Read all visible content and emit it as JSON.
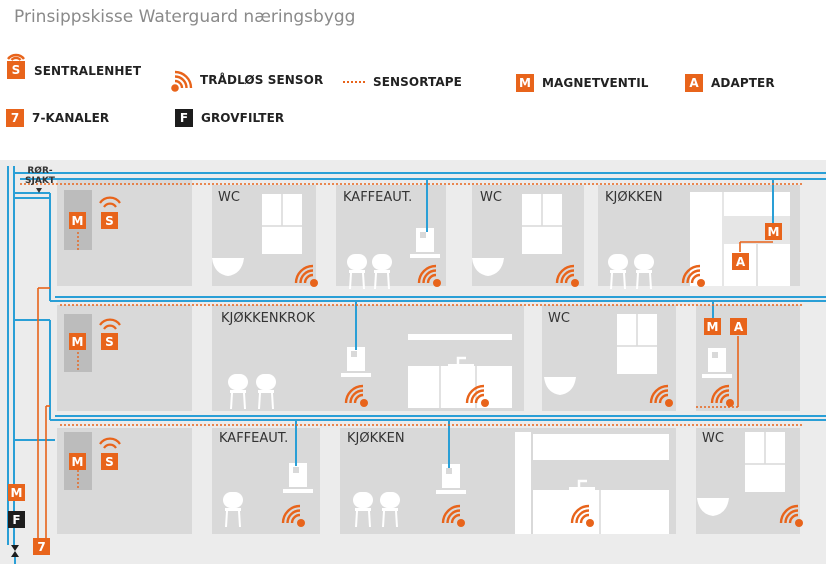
{
  "title": "Prinsippskisse Waterguard næringsbygg",
  "legend": {
    "central_unit": {
      "badge": "S",
      "label": "SENTRALENHET"
    },
    "wireless_sensor": {
      "label": "TRÅDLØS SENSOR"
    },
    "sensor_tape": {
      "label": "SENSORTAPE"
    },
    "magnet_valve": {
      "badge": "M",
      "label": "MAGNETVENTIL"
    },
    "adapter": {
      "badge": "A",
      "label": "ADAPTER"
    },
    "seven_channels": {
      "badge": "7",
      "label": "7-KANALER"
    },
    "coarse_filter": {
      "badge": "F",
      "label": "GROVFILTER"
    }
  },
  "shaft": {
    "label_line1": "RØR-",
    "label_line2": "SJAKT"
  },
  "floors": [
    {
      "rooms": [
        "WC",
        "KAFFEAUT.",
        "WC",
        "KJØKKEN"
      ]
    },
    {
      "rooms": [
        "KJØKKENKROK",
        "WC"
      ]
    },
    {
      "rooms": [
        "KAFFEAUT.",
        "KJØKKEN",
        "WC"
      ]
    }
  ],
  "main_line": {
    "valve": "M",
    "filter": "F",
    "channels": "7"
  },
  "colors": {
    "accent": "#e8641b",
    "pipe": "#2a9fd6",
    "room": "#d9d9d9",
    "floor_bg": "#ececec",
    "dark": "#1d1d1d"
  }
}
